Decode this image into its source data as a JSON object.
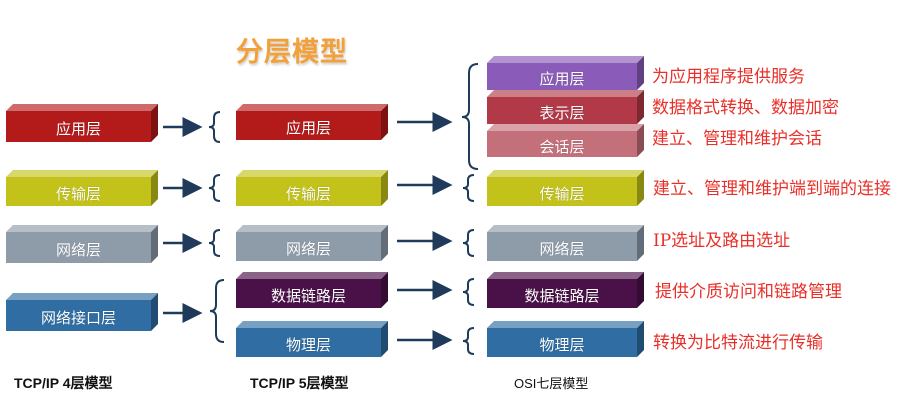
{
  "title": "分层模型",
  "columns": {
    "tcpip4": {
      "caption": "TCP/IP 4层模型",
      "layers": [
        "应用层",
        "传输层",
        "网络层",
        "网络接口层"
      ]
    },
    "tcpip5": {
      "caption": "TCP/IP 5层模型",
      "layers": [
        "应用层",
        "传输层",
        "网络层",
        "数据链路层",
        "物理层"
      ]
    },
    "osi7": {
      "caption": "OSI七层模型",
      "layers": [
        "应用层",
        "表示层",
        "会话层",
        "传输层",
        "网络层",
        "数据链路层",
        "物理层"
      ]
    }
  },
  "descriptions": [
    "为应用程序提供服务",
    "数据格式转换、数据加密",
    "建立、管理和维护会话",
    "建立、管理和维护端到端的连接",
    "IP选址及路由选址",
    "提供介质访问和链路管理",
    "转换为比特流进行传输"
  ],
  "colors": {
    "application": "#b31a1a",
    "presentation": "#b23a48",
    "session": "#c4707a",
    "transport": "#c2c21a",
    "network": "#8e9caa",
    "datalink": "#4a1148",
    "physical": "#2f6da3",
    "osi_application": "#8a5bb8",
    "title": "#f2a13a",
    "description_text": "#e8302a"
  }
}
